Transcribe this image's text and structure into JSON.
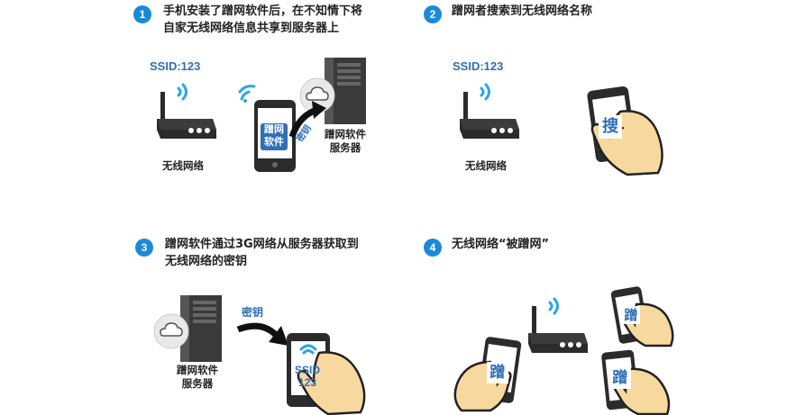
{
  "steps": [
    {
      "num": "1",
      "text": "手机安装了蹭网软件后，在不知情下将\n自家无线网络信息共享到服务器上"
    },
    {
      "num": "2",
      "text": "蹭网者搜索到无线网络名称"
    },
    {
      "num": "3",
      "text": "蹭网软件通过3G网络从服务器获取到\n无线网络的密钥"
    },
    {
      "num": "4",
      "text": "无线网络“被蹭网”"
    }
  ],
  "panel1": {
    "ssid": "SSID:123",
    "router_label": "无线网络",
    "phone_app": "蹭网\n软件",
    "key_tag": "密钥",
    "server_label": "蹭网软件\n服务器"
  },
  "panel2": {
    "ssid": "SSID:123",
    "router_label": "无线网络",
    "phone_char": "搜"
  },
  "panel3": {
    "server_label": "蹭网软件\n服务器",
    "key_label": "密钥",
    "phone_ssid": "SSID\n123"
  },
  "panel4": {
    "phone_char": "蹭"
  },
  "colors": {
    "accent": "#1a8ad8",
    "label_blue": "#2f6fb6",
    "wifi": "#29a6e6",
    "router": "#2b2b2b",
    "hand": "#f7d9a0",
    "hand_outline": "#222222"
  }
}
